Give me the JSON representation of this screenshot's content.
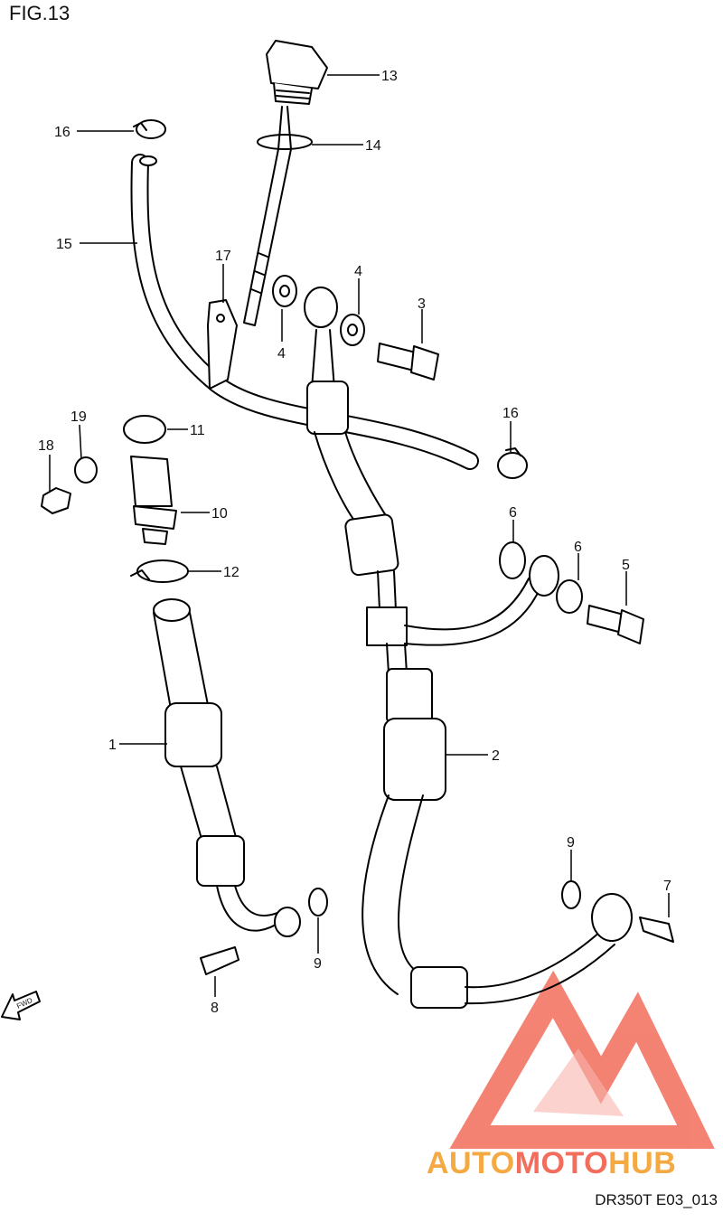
{
  "figure": {
    "title": "FIG.13",
    "code": "DR350T E03_013"
  },
  "watermark": {
    "parts": [
      "AUTO",
      "MOTO",
      "HUB"
    ],
    "colors": [
      "#f4a942",
      "#f26d5b",
      "#f4a942"
    ],
    "logo_color": "#f26d5b"
  },
  "callouts": [
    "1",
    "2",
    "3",
    "4",
    "4",
    "5",
    "6",
    "6",
    "7",
    "8",
    "9",
    "9",
    "10",
    "11",
    "12",
    "13",
    "14",
    "15",
    "16",
    "16",
    "17",
    "18",
    "19"
  ],
  "fwd_label": "FWD"
}
